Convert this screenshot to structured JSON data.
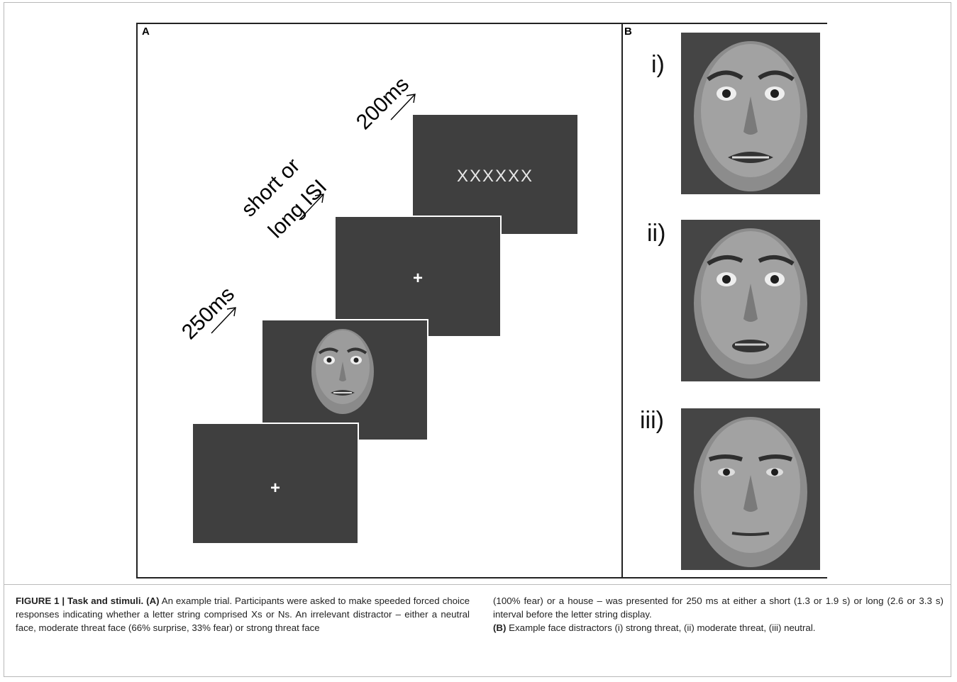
{
  "panel_a": {
    "label": "A",
    "timing_200": "200ms",
    "isi_line1": "short or",
    "isi_line2": "long ISI",
    "timing_250": "250ms",
    "fixation_symbol": "+",
    "letter_string": "XXXXXX"
  },
  "panel_b": {
    "label": "B",
    "faces": [
      {
        "numeral": "i)"
      },
      {
        "numeral": "ii)"
      },
      {
        "numeral": "iii)"
      }
    ]
  },
  "caption": {
    "figure_label": "FIGURE 1 | Task and stimuli.",
    "part_a_ref": "(A)",
    "part_a_text": " An example trial. Participants were asked to make speeded forced choice responses indicating whether a letter string comprised Xs or Ns. An irrelevant distractor – either a neutral face, moderate threat face (66% surprise, 33% fear) or strong threat face (100% fear) or a house – was presented for 250 ms at either a short (1.3 or 1.9 s) or long (2.6 or 3.3 s) interval before the letter string display.",
    "part_b_ref": "(B)",
    "part_b_text": " Example face distractors (i) strong threat, (ii) moderate threat, (iii) neutral."
  }
}
